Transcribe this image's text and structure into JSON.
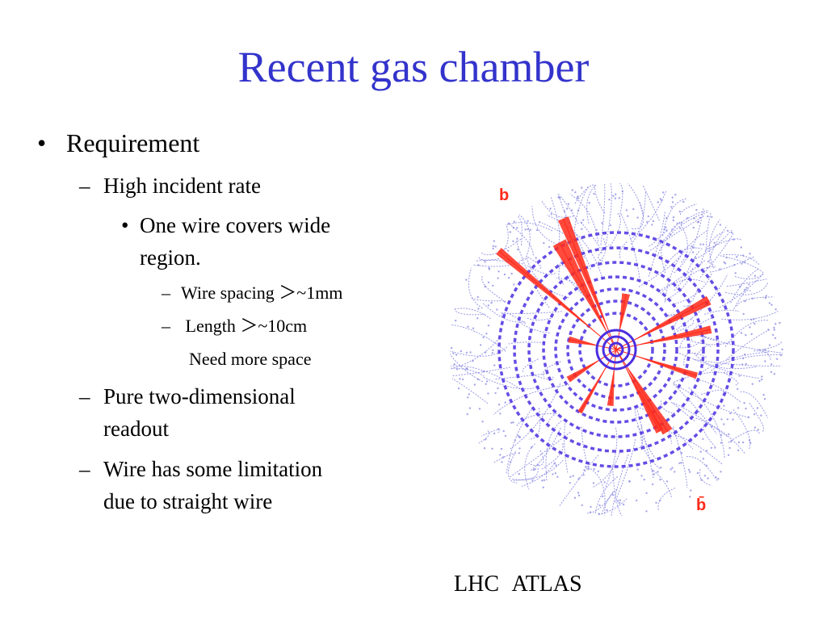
{
  "slide": {
    "title": "Recent gas chamber",
    "bullets": {
      "requirement": "Requirement",
      "high_rate": "High incident rate",
      "one_wire": "One wire covers wide",
      "one_wire_cont": "region.",
      "wire_spacing": "Wire spacing ＞~1mm",
      "length": " Length ＞~10cm",
      "need_space": "Need more space",
      "pure_2d": "Pure two-dimensional",
      "pure_2d_cont": "readout",
      "limitation": "Wire has some limitation",
      "limitation_cont": "due to straight wire"
    },
    "markers": {
      "dot": "•",
      "dash": "–"
    },
    "figure": {
      "label_top": "b",
      "label_bottom": "b̄"
    },
    "caption": "LHC ATLAS",
    "colors": {
      "title": "#3333cc",
      "tracks": "#8080e0",
      "detector": "#4a2ee0",
      "jets": "#ff2a1a"
    }
  }
}
